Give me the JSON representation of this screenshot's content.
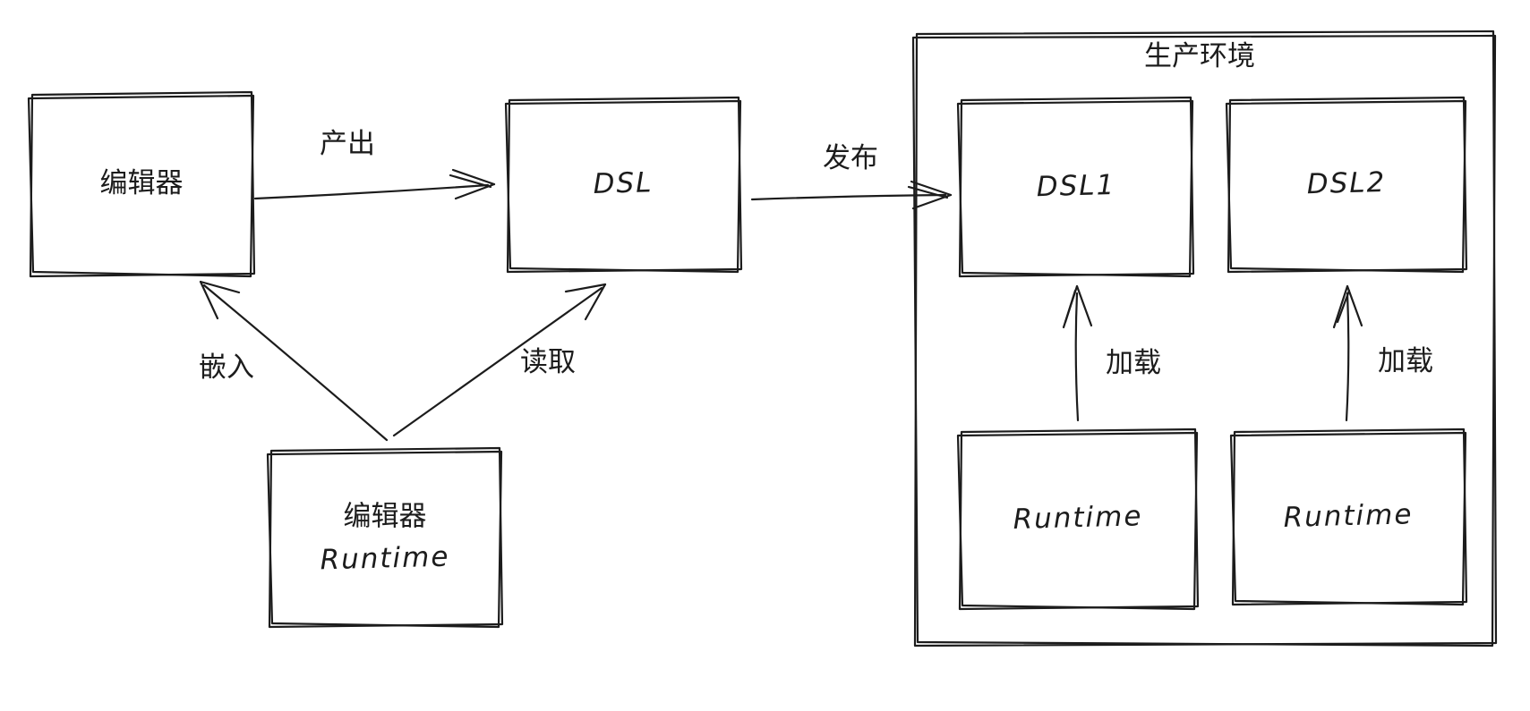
{
  "nodes": {
    "editor": {
      "label": "编辑器"
    },
    "dsl": {
      "label": "DSL"
    },
    "editor_runtime": {
      "line1": "编辑器",
      "line2": "Runtime"
    },
    "prod_env": {
      "title": "生产环境"
    },
    "dsl1": {
      "label": "DSL1"
    },
    "dsl2": {
      "label": "DSL2"
    },
    "runtime1": {
      "label": "Runtime"
    },
    "runtime2": {
      "label": "Runtime"
    }
  },
  "edges": {
    "produce": {
      "label": "产出"
    },
    "publish": {
      "label": "发布"
    },
    "embed": {
      "label": "嵌入"
    },
    "read": {
      "label": "读取"
    },
    "load1": {
      "label": "加载"
    },
    "load2": {
      "label": "加载"
    }
  },
  "colors": {
    "stroke": "#1c1c1c",
    "background": "#ffffff"
  }
}
